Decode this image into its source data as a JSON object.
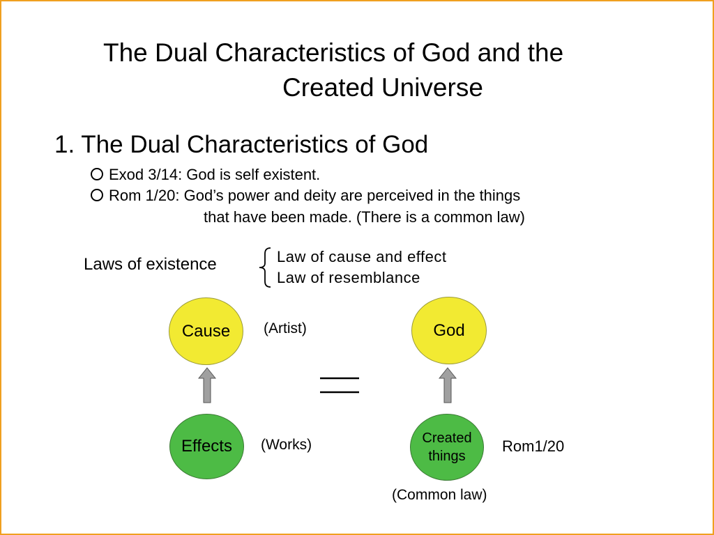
{
  "title_line1": "The Dual Characteristics of God and the",
  "title_line2": "Created Universe",
  "heading": "1. The Dual Characteristics of God",
  "bullets": [
    {
      "text": "Exod 3/14: God is self existent."
    },
    {
      "text": "Rom 1/20: God’s power and deity are perceived in the things",
      "continuation": "that have been made. (There is a common law)"
    }
  ],
  "laws": {
    "label": "Laws of existence",
    "items": [
      "Law of cause and effect",
      "Law of resemblance"
    ]
  },
  "diagram": {
    "left_top": {
      "label": "Cause",
      "note": "(Artist)"
    },
    "left_bottom": {
      "label": "Effects",
      "note": "(Works)"
    },
    "equals": "=",
    "right_top": {
      "label": "God"
    },
    "right_bottom": {
      "label_line1": "Created",
      "label_line2": "things",
      "note_right": "Rom1/20",
      "note_below": "(Common law)"
    }
  },
  "colors": {
    "border": "#f0a020",
    "yellow_node": "#f2ea32",
    "green_node": "#4dbb45",
    "arrow": "#a0a0a0"
  }
}
